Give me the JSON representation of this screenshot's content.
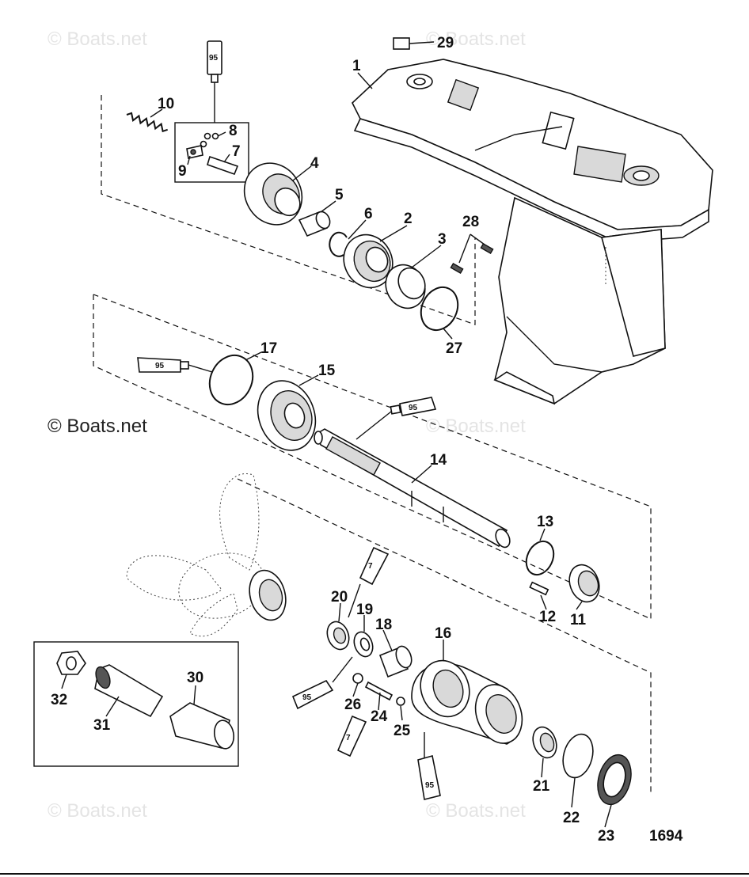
{
  "watermarks": {
    "faint": "© Boats.net",
    "main": "© Boats.net"
  },
  "diagram_id": "1694",
  "tube_labels": {
    "t95": "95",
    "t7": "7"
  },
  "callouts": [
    "1",
    "2",
    "3",
    "4",
    "5",
    "6",
    "7",
    "8",
    "9",
    "10",
    "11",
    "12",
    "13",
    "14",
    "15",
    "16",
    "17",
    "18",
    "19",
    "20",
    "21",
    "22",
    "23",
    "24",
    "25",
    "26",
    "27",
    "28",
    "29",
    "30",
    "31",
    "32"
  ]
}
